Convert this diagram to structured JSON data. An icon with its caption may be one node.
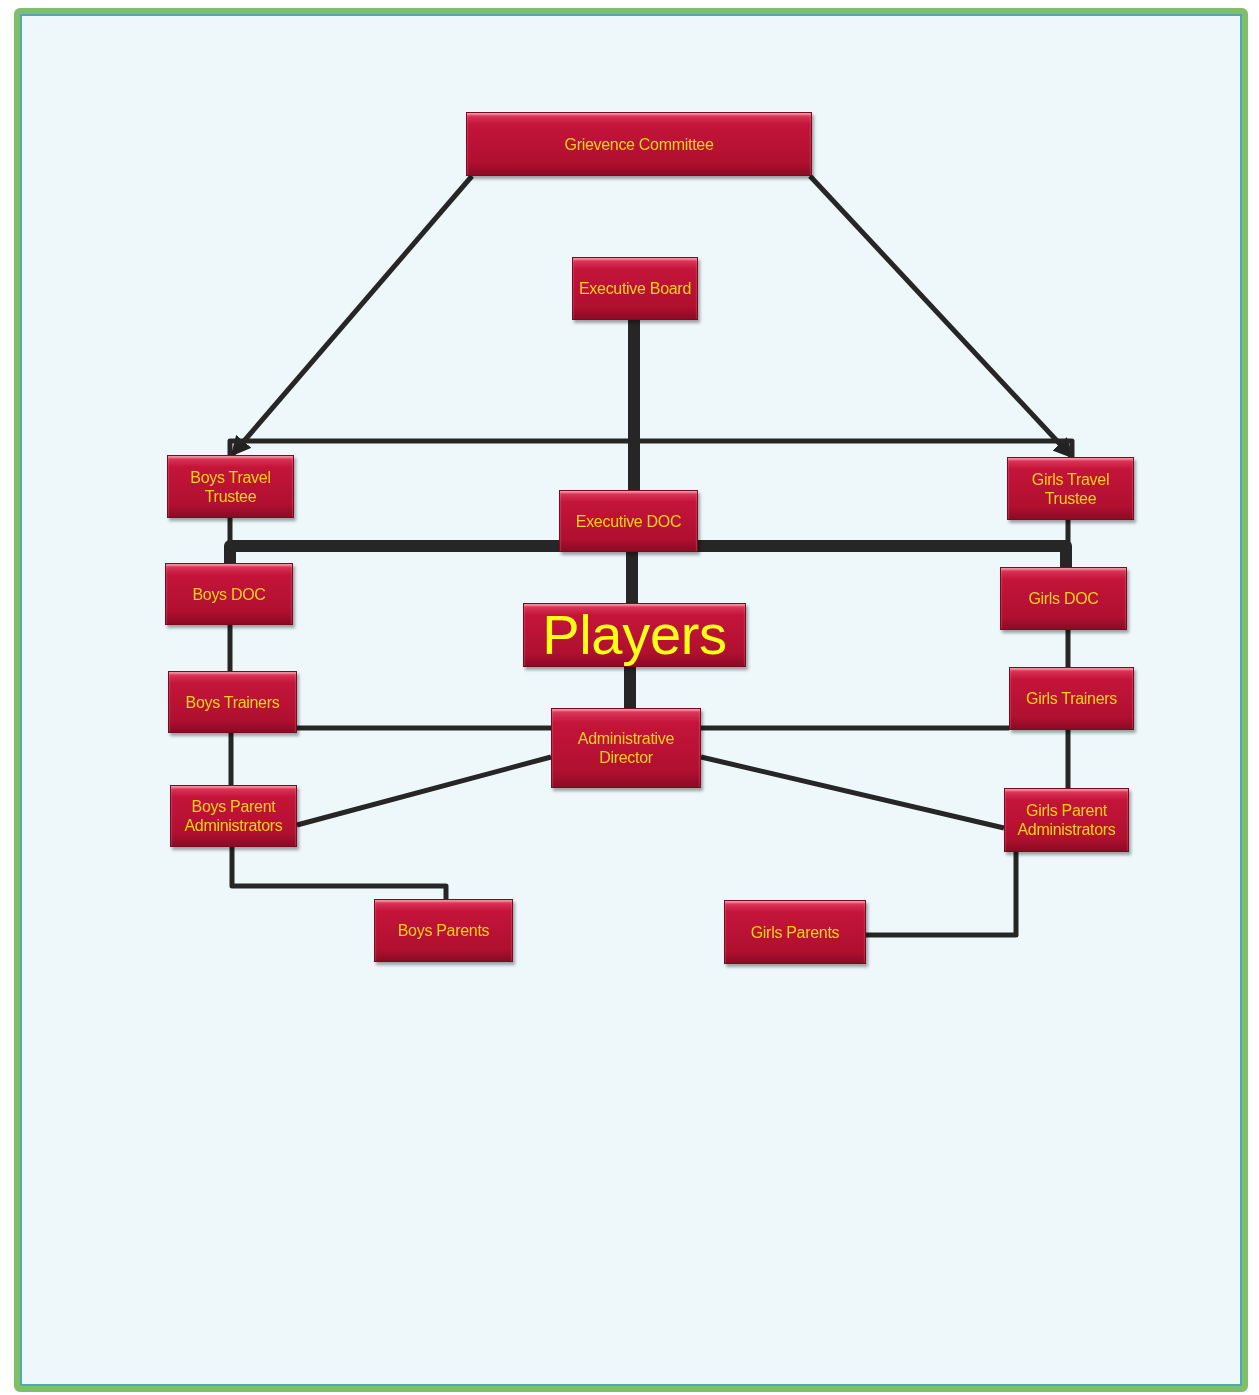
{
  "diagram": {
    "nodes": [
      {
        "text": [
          "Grievence Committee"
        ]
      },
      {
        "text": [
          "Executive Board"
        ]
      },
      {
        "text": [
          "Boys Travel Trustee"
        ]
      },
      {
        "text": [
          "Girls Travel Trustee"
        ]
      },
      {
        "text": [
          "Executive DOC"
        ]
      },
      {
        "text": [
          "Boys DOC"
        ]
      },
      {
        "text": [
          "Girls DOC"
        ]
      },
      {
        "text": [
          "Players"
        ]
      },
      {
        "text": [
          "Boys Trainers"
        ]
      },
      {
        "text": [
          "Girls Trainers"
        ]
      },
      {
        "text": [
          "Administrative Director"
        ]
      },
      {
        "text": [
          "Boys Parent Administrators"
        ]
      },
      {
        "text": [
          "Girls Parent Administrators"
        ]
      },
      {
        "text": [
          "Boys Parents"
        ]
      },
      {
        "text": [
          "Girls Parents"
        ]
      }
    ],
    "edges": [
      {
        "from": 0,
        "to": 2,
        "arrow": "to"
      },
      {
        "from": 0,
        "to": 3,
        "arrow": "to"
      },
      {
        "from": 1,
        "to": 2,
        "arrow": "none"
      },
      {
        "from": 1,
        "to": 3,
        "arrow": "none"
      },
      {
        "from": 1,
        "to": 4,
        "arrow": "none",
        "style": "thick"
      },
      {
        "from": 4,
        "to": 5,
        "arrow": "none",
        "style": "thick"
      },
      {
        "from": 4,
        "to": 6,
        "arrow": "none",
        "style": "thick"
      },
      {
        "from": 2,
        "to": 5,
        "arrow": "none"
      },
      {
        "from": 3,
        "to": 6,
        "arrow": "none"
      },
      {
        "from": 4,
        "to": 7,
        "arrow": "none",
        "style": "thick"
      },
      {
        "from": 7,
        "to": 10,
        "arrow": "none",
        "style": "thick"
      },
      {
        "from": 5,
        "to": 8,
        "arrow": "none"
      },
      {
        "from": 6,
        "to": 9,
        "arrow": "none"
      },
      {
        "from": 8,
        "to": 11,
        "arrow": "none"
      },
      {
        "from": 9,
        "to": 12,
        "arrow": "none"
      },
      {
        "from": 8,
        "to": 10,
        "arrow": "none"
      },
      {
        "from": 10,
        "to": 9,
        "arrow": "none"
      },
      {
        "from": 11,
        "to": 10,
        "arrow": "none"
      },
      {
        "from": 10,
        "to": 12,
        "arrow": "none"
      },
      {
        "from": 11,
        "to": 13,
        "arrow": "none"
      },
      {
        "from": 12,
        "to": 14,
        "arrow": "none"
      }
    ]
  }
}
